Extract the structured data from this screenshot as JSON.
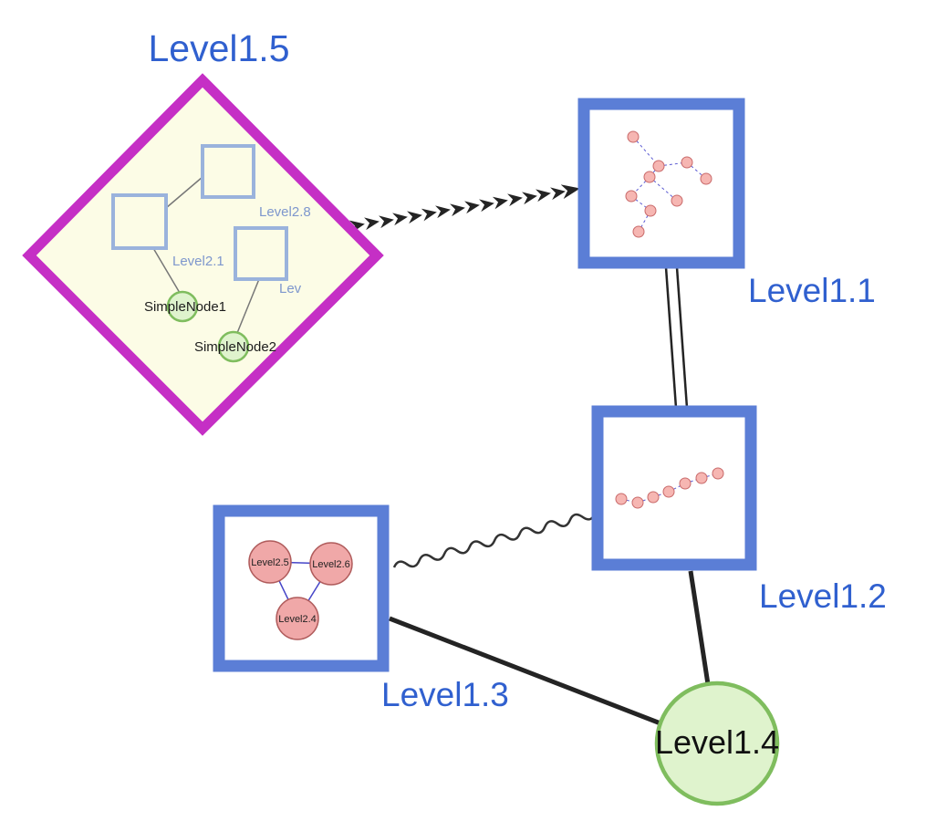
{
  "colors": {
    "label_blue": "#3060cf",
    "diamond_border": "#c52fc5",
    "diamond_fill": "#fcfce6",
    "group_box_border": "#5b7ed6",
    "inner_square_border": "#9ab3dc",
    "green_fill": "#dff3cd",
    "green_border": "#7fbd5e",
    "pink_fill": "#f0a8a8",
    "pink_border": "#b05c5c",
    "mini_pink_fill": "#f6b6b2",
    "mini_pink_border": "#c96a6a",
    "edge_black": "#242424",
    "inner_edge_blue": "#5a5ad2",
    "triangle_edge_blue": "#4646c8"
  },
  "nodes": {
    "level15": {
      "label": "Level1.5",
      "shape": "diamond-group"
    },
    "level11": {
      "label": "Level1.1",
      "shape": "square-group"
    },
    "level12": {
      "label": "Level1.2",
      "shape": "square-group"
    },
    "level13": {
      "label": "Level1.3",
      "shape": "square-group"
    },
    "level14": {
      "label": "Level1.4",
      "shape": "circle"
    }
  },
  "level15_children": {
    "square_top": {
      "label": "Level2.8"
    },
    "square_left": {
      "label": "Level2.1"
    },
    "square_right": {
      "label": "Lev"
    },
    "node1": {
      "label": "SimpleNode1"
    },
    "node2": {
      "label": "SimpleNode2"
    }
  },
  "level13_children": {
    "n1": {
      "label": "Level2.5"
    },
    "n2": {
      "label": "Level2.6"
    },
    "n3": {
      "label": "Level2.4"
    }
  },
  "edges": [
    {
      "from": "Level1.5",
      "to": "Level1.1",
      "style": "bold-dashed-arrow"
    },
    {
      "from": "Level1.1",
      "to": "Level1.2",
      "style": "double-line"
    },
    {
      "from": "Level1.3",
      "to": "Level1.2",
      "style": "wavy"
    },
    {
      "from": "Level1.3",
      "to": "Level1.4",
      "style": "solid"
    },
    {
      "from": "Level1.2",
      "to": "Level1.4",
      "style": "solid"
    }
  ]
}
